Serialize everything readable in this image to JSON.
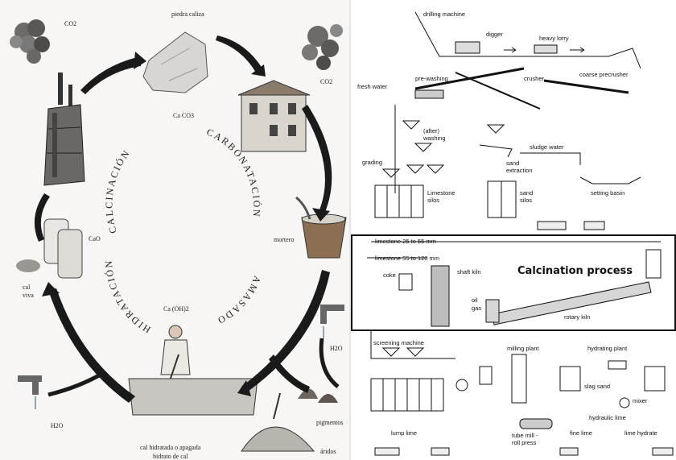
{
  "left_diagram": {
    "labels": {
      "co2_left": "CO2",
      "piedra_caliza": "piedra caliza",
      "caco3": "Ca CO3",
      "co2_right": "CO2",
      "mortero": "mortero",
      "cao": "CaO",
      "cal_viva_1": "cal",
      "cal_viva_2": "viva",
      "caoh2": "Ca (OH)2",
      "h2o_right": "H2O",
      "h2o_left": "H2O",
      "pigmentos": "pigmentos",
      "aridos": "áridos",
      "cal_hidratada": "cal hidratada o apagada",
      "hidrato_de_cal": "hidrato de cal"
    },
    "cycle_stages": {
      "calcinacion": "CALCINACIÓN",
      "carbonatacion": "CARBONATACIÓN",
      "hidratacion": "HIDRATACIÓN",
      "amasado": "AMASADO"
    }
  },
  "right_diagram": {
    "title": "Calcination process",
    "labels": {
      "drilling_machine": "drilling machine",
      "digger": "digger",
      "heavy_lorry": "heavy lorry",
      "fresh_water": "fresh water",
      "pre_washing": "pre-washing",
      "crusher": "crusher",
      "coarse_precrusher": "coarse precrusher",
      "after_washing_1": "(after)",
      "after_washing_2": "washing",
      "sludge_water": "sludge water",
      "grading": "grading",
      "sand_extraction_1": "sand",
      "sand_extraction_2": "extraction",
      "limestone_silos_1": "Limestone",
      "limestone_silos_2": "silos",
      "sand_silos_1": "sand",
      "sand_silos_2": "silos",
      "setting_basin": "setting basin",
      "limestone_25_55": "limestone 25 to 55 mm",
      "limestone_55_120": "limestone 55 to 120 mm",
      "shaft_kiln": "shaft kiln",
      "coke": "coke",
      "oil": "oil",
      "gas": "gas",
      "rotary_kiln": "rotary kiln",
      "screening_machine": "screening machine",
      "milling_plant": "milling plant",
      "hydrating_plant": "hydrating plant",
      "slag_sand": "slag sand",
      "mixer": "mixer",
      "hydraulic_lime": "hydraulic lime",
      "lump_lime": "lump lime",
      "tube_mill_1": "tube mill -",
      "tube_mill_2": "roll press",
      "fine_lime": "fine lime",
      "lime_hydrate": "lime hydrate"
    }
  },
  "colors": {
    "ink": "#111111",
    "arrow": "#1a1a1a",
    "bg_left": "#f7f6f4"
  }
}
